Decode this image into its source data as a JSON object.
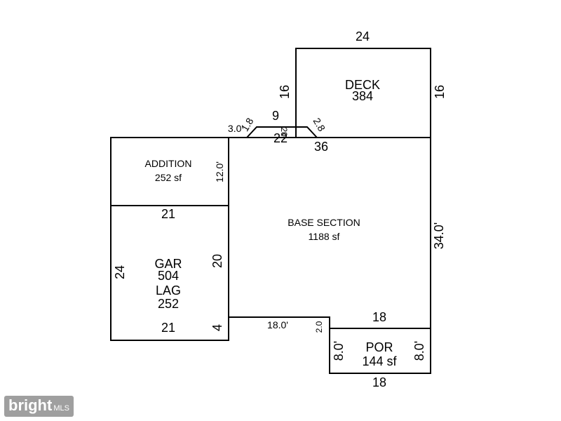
{
  "line_color": "#000000",
  "deck": {
    "name": "DECK",
    "area": "384",
    "top": "24",
    "left": "16",
    "right": "16"
  },
  "base": {
    "name": "BASE SECTION",
    "area": "1188 sf",
    "top": "36",
    "right": "34.0'",
    "bottom": "18.0'",
    "step": "2.0"
  },
  "addition": {
    "name": "ADDITION",
    "area": "252 sf",
    "right": "12.0'"
  },
  "garage": {
    "name1": "GAR",
    "area1": "504",
    "name2": "LAG",
    "area2": "252",
    "top": "21",
    "left": "24",
    "right": "20",
    "bottom": "21",
    "right_small": "4"
  },
  "porch": {
    "name": "POR",
    "area": "144 sf",
    "top": "18",
    "bottom": "18",
    "left": "8.0'",
    "right": "8.0'"
  },
  "bump": {
    "left_run": "3.0'",
    "left_diag": "1.8",
    "top": "9",
    "inner": "20",
    "bottom": "22",
    "right_diag": "2.8"
  },
  "watermark": {
    "brand": "bright",
    "suffix": "MLS"
  }
}
